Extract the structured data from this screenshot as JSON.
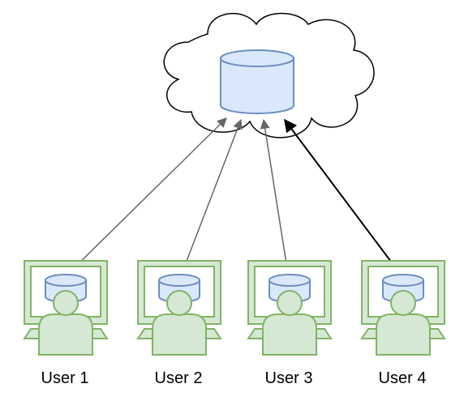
{
  "diagram": {
    "cloud": {
      "label": "",
      "database_label": ""
    },
    "users": [
      {
        "label": "User 1"
      },
      {
        "label": "User 2"
      },
      {
        "label": "User 3"
      },
      {
        "label": "User 4"
      }
    ],
    "colors": {
      "db_fill": "#dae8fc",
      "db_stroke": "#6c8ebf",
      "user_fill": "#d5e8d4",
      "user_stroke": "#82b366",
      "arrow_gray": "#666666",
      "arrow_dark": "#000000"
    },
    "icons": {
      "cloud": "cloud-shape",
      "database": "database-cylinder-icon",
      "workstation": "computer-with-user-icon"
    }
  }
}
